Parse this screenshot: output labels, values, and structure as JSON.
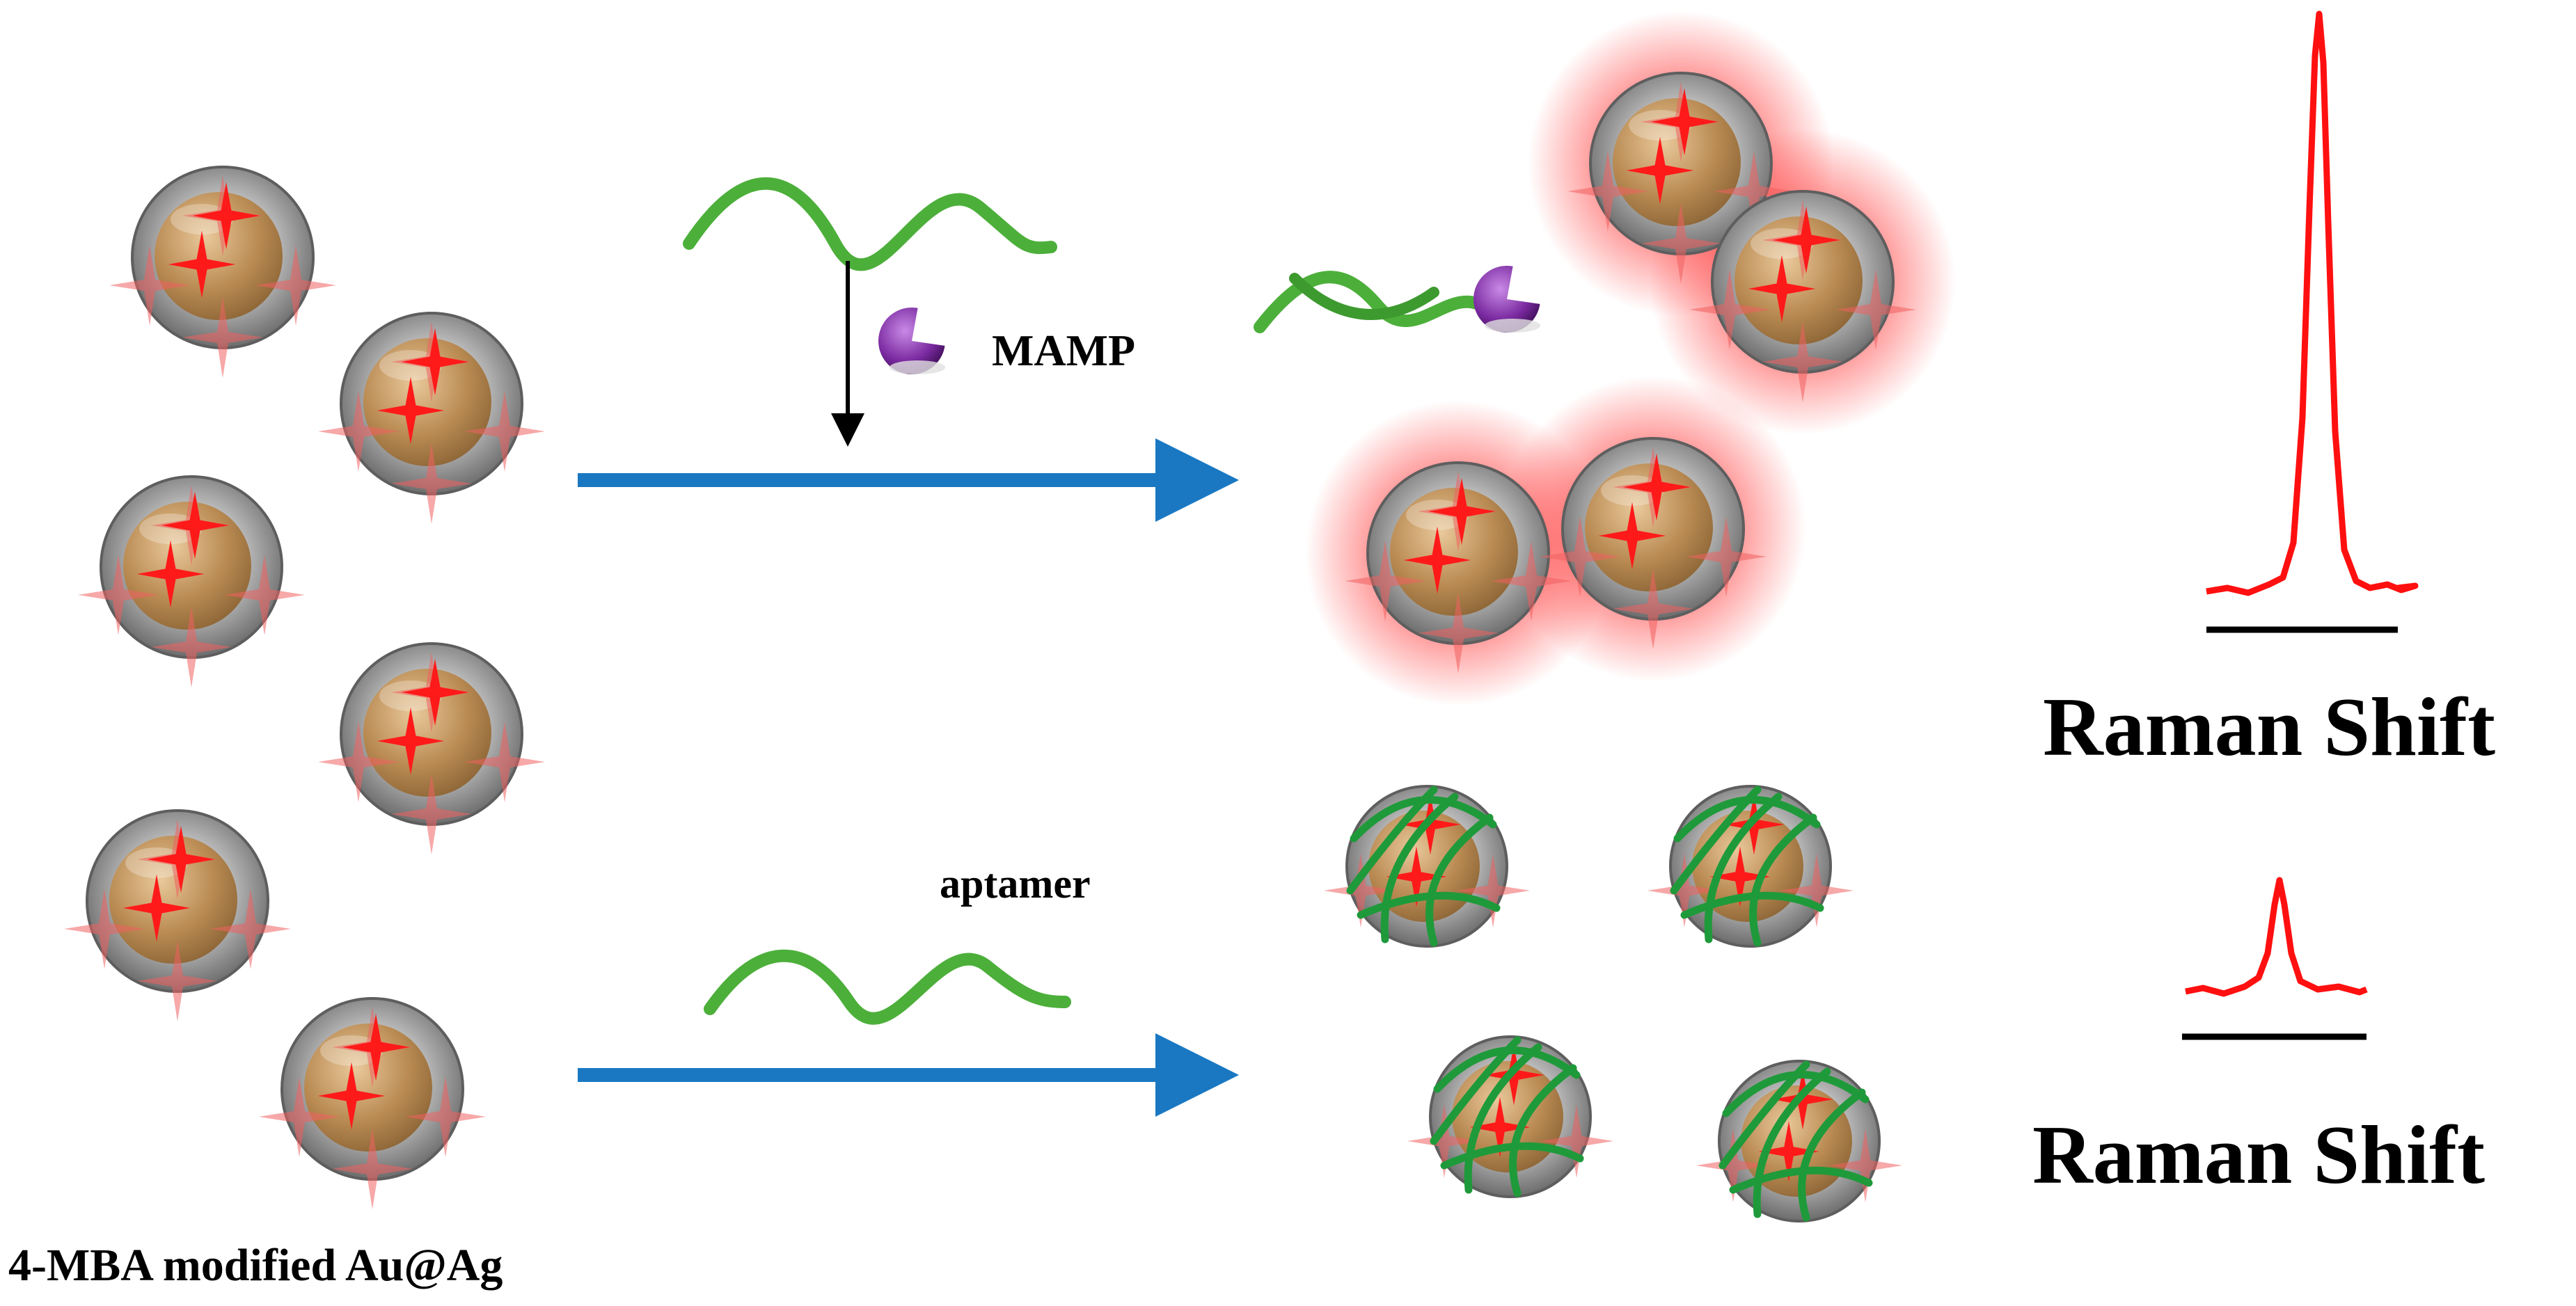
{
  "labels": {
    "particle_label": "4-MBA modified Au@Ag",
    "mamp_label": "MAMP",
    "aptamer_label": "aptamer",
    "raman_top": "Raman Shift",
    "raman_bottom": "Raman Shift"
  },
  "colors": {
    "arrow_blue": "#1a78c2",
    "signal_red": "#ff1010",
    "aptamer_green": "#4caf3a",
    "wrap_green": "#1f9a3a",
    "target_purple": "#7a2aa0",
    "core_gold": "#c9a064",
    "shell_gray": "#9a9a9a"
  },
  "icons": {
    "nanoparticle": "au-ag-core-shell-particle-icon",
    "reporter": "raman-reporter-star-icon",
    "target": "mamp-molecule-icon",
    "aptamer": "aptamer-strand-icon"
  }
}
